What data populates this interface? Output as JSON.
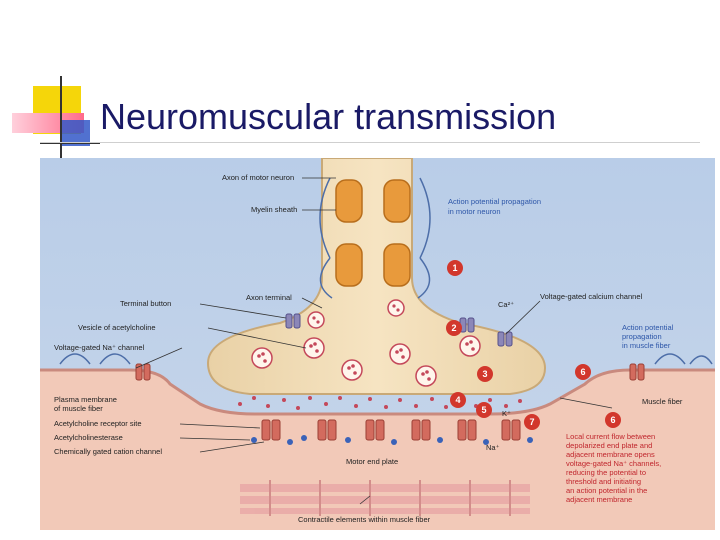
{
  "slide": {
    "title": "Neuromuscular transmission",
    "accent_colors": {
      "yellow": "#f5d60a",
      "pink": "#ff6b8a",
      "blue": "#3358c8",
      "title": "#1a1a66"
    }
  },
  "figure": {
    "left_labels": [
      "Axon of motor neuron",
      "Myelin sheath",
      "Terminal button",
      "Axon terminal",
      "Vesicle of acetylcholine",
      "Voltage-gated Na⁺ channel",
      "Plasma membrane",
      "of muscle fiber",
      "Acetylcholine receptor site",
      "Acetylcholinesterase",
      "Chemically gated cation channel"
    ],
    "right_labels": {
      "ap_motor_1": "Action potential propagation",
      "ap_motor_2": "in motor neuron",
      "calcium_channel": "Voltage-gated calcium channel",
      "ca_ion": "Ca²⁺",
      "ap_muscle_1": "Action potential",
      "ap_muscle_2": "propagation",
      "ap_muscle_3": "in muscle fiber",
      "muscle_fiber": "Muscle fiber",
      "k_ion": "K⁺",
      "na_ion": "Na⁺",
      "motor_end_plate": "Motor end plate",
      "contractile": "Contractile elements within muscle fiber"
    },
    "local_current_lines": [
      "Local current flow between",
      "depolarized end plate and",
      "adjacent membrane opens",
      "voltage-gated Na⁺ channels,",
      "reducing the potential to",
      "threshold and initiating",
      "an action potential in the",
      "adjacent membrane"
    ],
    "steps": [
      "1",
      "2",
      "3",
      "4",
      "5",
      "6",
      "6",
      "7"
    ]
  }
}
